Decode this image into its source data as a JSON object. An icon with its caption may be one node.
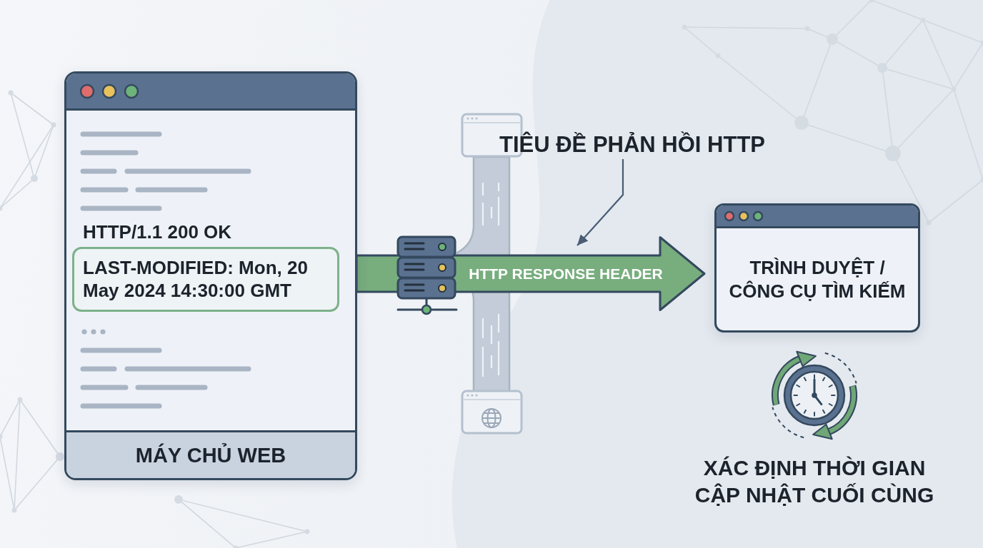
{
  "diagram": {
    "nodes": [
      {
        "text": [
          "HTTP/1.1 200 OK",
          "MÁY CHỦ WEB"
        ]
      },
      {
        "text": [
          "LAST-MODIFIED: Mon, 20 May 2024 14:30:00 GMT"
        ],
        "in": 0
      },
      {
        "text": [
          "TRÌNH DUYỆT / CÔNG CỤ TÌM KIẾM"
        ]
      },
      {
        "text": [
          "TIÊU ĐỀ PHẢN HỒI HTTP"
        ]
      }
    ],
    "edges": [
      {
        "from": 0,
        "to": 2,
        "arrow": "to",
        "label": "HTTP RESPONSE HEADER",
        "style": "thick",
        "color": "#78ad7e"
      },
      {
        "from": 3,
        "to": null,
        "arrow": "to"
      }
    ],
    "labels": [
      "XÁC ĐỊNH THỜI GIAN CẬP NHẬT CUỐI CÙNG"
    ]
  }
}
